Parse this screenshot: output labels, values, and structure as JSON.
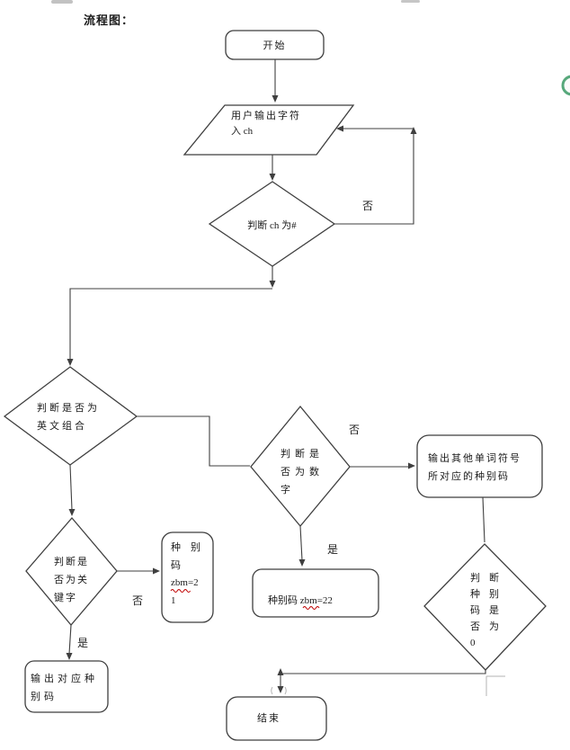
{
  "page": {
    "section_label": "流程图：",
    "colors": {
      "line": "#3f3f3f",
      "text": "#1b1b1b",
      "squiggle": "#c00000",
      "artifact_gray": "#b3b3b3",
      "green_ring": "#57a87b"
    }
  },
  "nodes": {
    "start": {
      "label": "开始"
    },
    "input_char": {
      "line1": "用户输出字符",
      "line2": "入 ch"
    },
    "check_hash": {
      "label": "判断 ch 为#"
    },
    "check_english": {
      "line1": "判断是否为",
      "line2": "英文组合"
    },
    "check_digit": {
      "line1": "判断是",
      "line2": "否为数",
      "line3": "字"
    },
    "check_keyword": {
      "line1": "判断是",
      "line2": "否为关",
      "line3": "键字"
    },
    "code_21": {
      "line1": "种别",
      "line2": "码",
      "line3": "zbm=2",
      "line4": "1"
    },
    "code_22": {
      "label": "种别码 zbm=22"
    },
    "output_other": {
      "line1": "输出其他单词符号",
      "line2": "所对应的种别码"
    },
    "check_zero": {
      "line1": "判断",
      "line2": "种别",
      "line3": "码是",
      "line4": "否为",
      "line5": "0"
    },
    "output_code": {
      "line1": "输出对应种",
      "line2": "别码"
    },
    "end": {
      "label": "结束"
    }
  },
  "edge_labels": {
    "hash_no": "否",
    "digit_no": "否",
    "digit_yes": "是",
    "keyword_no": "否",
    "keyword_yes": "是"
  }
}
